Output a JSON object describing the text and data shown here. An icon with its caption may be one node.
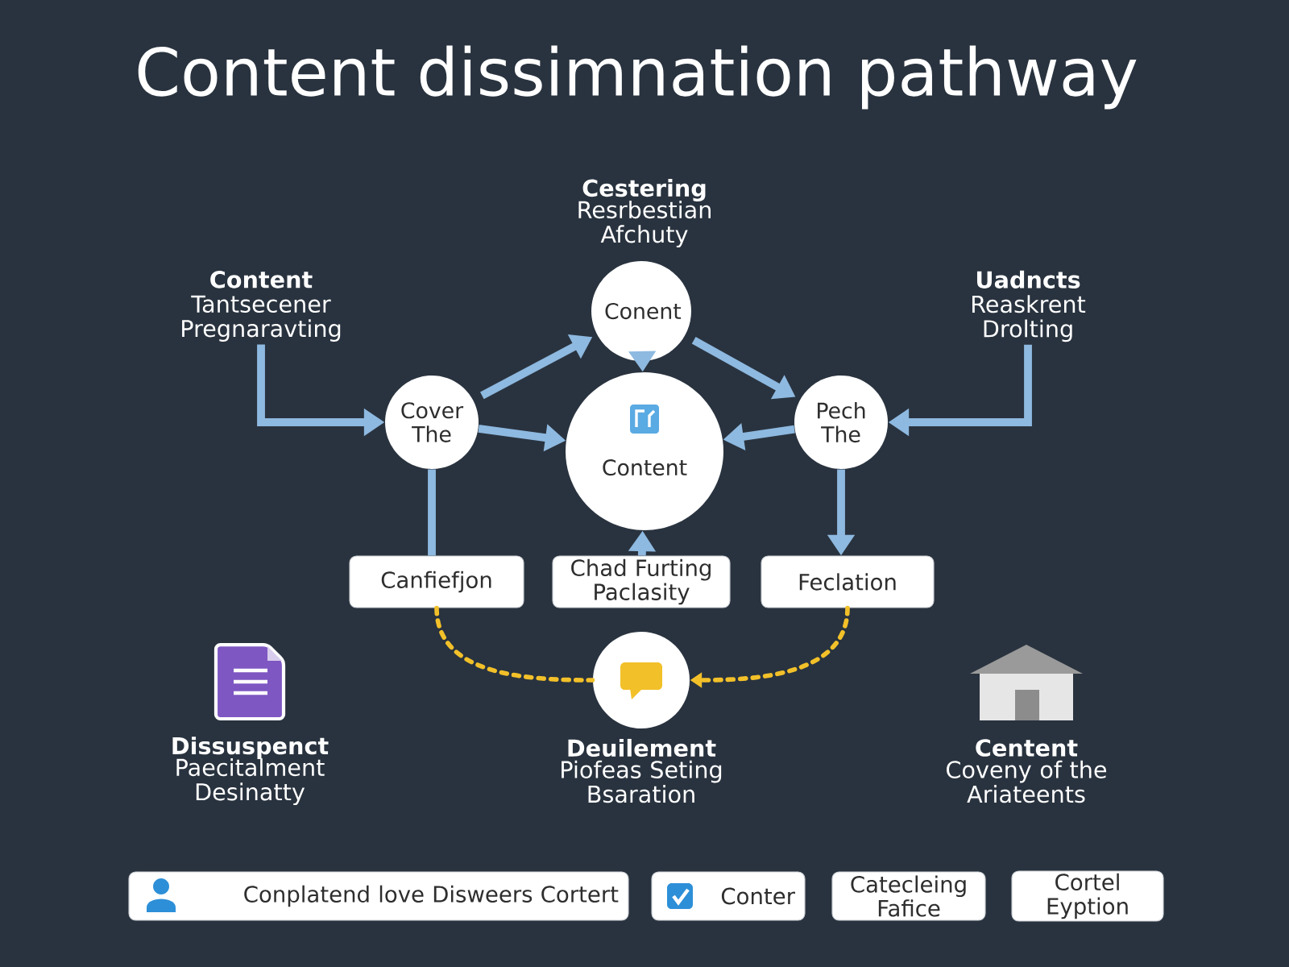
{
  "diagram": {
    "title": "Content dissimnation pathway",
    "nodes": [
      {
        "text": [
          "Content",
          "Tantsecener Pregnaravting"
        ]
      },
      {
        "text": [
          "Conent"
        ],
        "beside": [
          "Cestering",
          "Resrbestian Afchuty"
        ]
      },
      {
        "text": [
          "Uadncts",
          "Reaskrent Drolting"
        ]
      },
      {
        "text": [
          "Cover The"
        ]
      },
      {
        "text": [
          "Content"
        ]
      },
      {
        "text": [
          "Pech The"
        ]
      },
      {
        "text": [
          "Canfiefjon"
        ]
      },
      {
        "text": [
          "Chad Furting Paclasity"
        ]
      },
      {
        "text": [
          "Feclation"
        ]
      },
      {
        "text": [],
        "shape": "circle",
        "beside": [
          "Deuilement",
          "Piofeas Seting Bsaration"
        ]
      },
      {
        "text": [
          "Conplatend love Disweers Cortert"
        ]
      },
      {
        "text": [
          "Conter"
        ]
      },
      {
        "text": [
          "Catecleing Fafice"
        ]
      },
      {
        "text": [
          "Cortel Eyption"
        ]
      }
    ],
    "edges": [
      {
        "from": 0,
        "to": 3,
        "arrow": "to"
      },
      {
        "from": 2,
        "to": 5,
        "arrow": "to"
      },
      {
        "from": 3,
        "to": 1,
        "arrow": "to"
      },
      {
        "from": 1,
        "to": 5,
        "arrow": "to"
      },
      {
        "from": 1,
        "to": 4,
        "arrow": "to"
      },
      {
        "from": 3,
        "to": 4,
        "arrow": "to"
      },
      {
        "from": 5,
        "to": 4,
        "arrow": "to"
      },
      {
        "from": 7,
        "to": 4,
        "arrow": "to"
      },
      {
        "from": 3,
        "to": 6,
        "arrow": "none"
      },
      {
        "from": 5,
        "to": 8,
        "arrow": "to"
      },
      {
        "from": 6,
        "to": 9,
        "arrow": "none",
        "style": "dashed",
        "color": "#f2c029"
      },
      {
        "from": 8,
        "to": 9,
        "arrow": "to",
        "style": "dashed",
        "color": "#f2c029"
      }
    ],
    "labels": [
      "Dissuspenct",
      "Paecitalment Desinatty",
      "Centent",
      "Coveny of the Ariateents"
    ]
  }
}
